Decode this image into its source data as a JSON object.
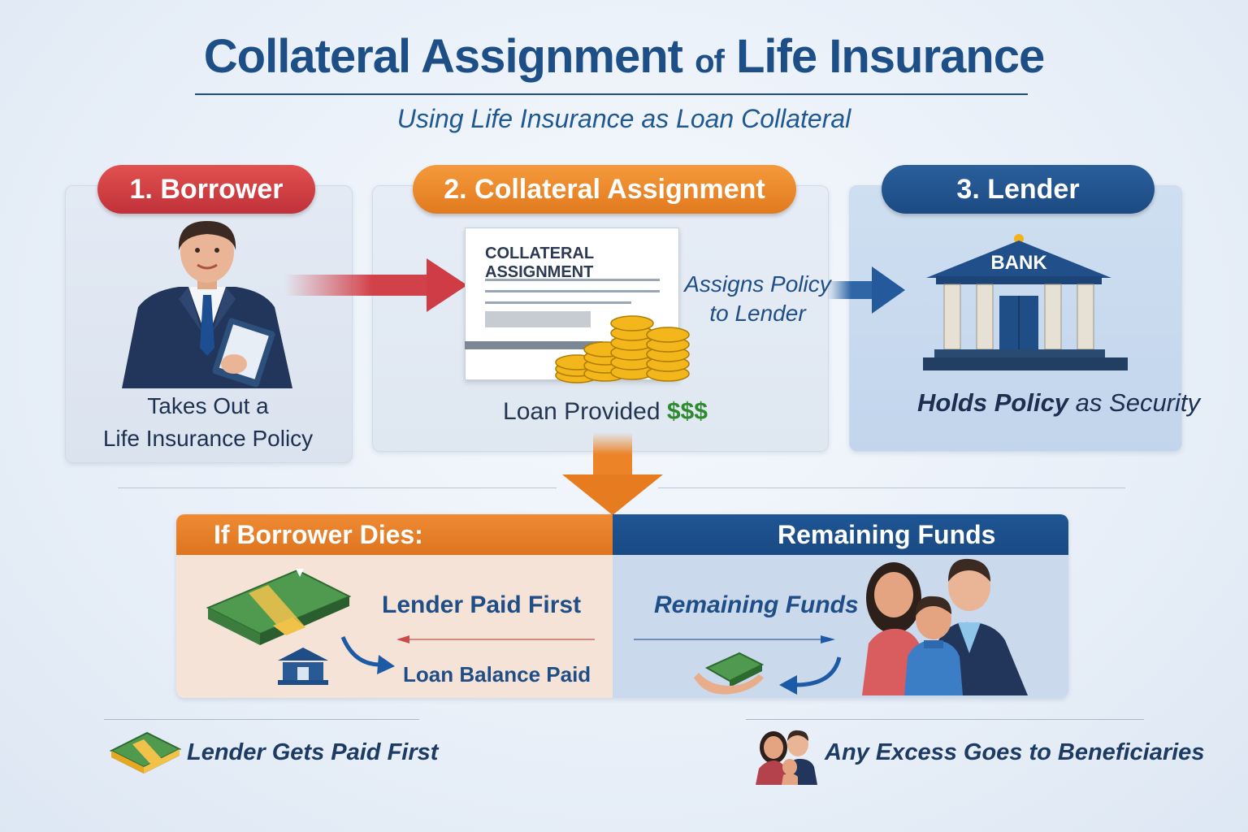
{
  "title": {
    "main": "Collateral Assignment",
    "connector": "of",
    "end": "Life Insurance"
  },
  "subtitle": "Using Life Insurance as Loan Collateral",
  "steps": [
    {
      "label": "1. Borrower",
      "caption_line1": "Takes Out a",
      "caption_line2": "Life Insurance Policy"
    },
    {
      "label": "2. Collateral Assignment",
      "document_title": "COLLATERAL ASSIGNMENT",
      "loan_text": "Loan Provided",
      "money": "$$$"
    },
    {
      "label": "3. Lender",
      "bank_sign": "BANK",
      "caption_strong": "Holds Policy",
      "caption_rest": "as Security"
    }
  ],
  "assign_note": {
    "line1": "Assigns Policy",
    "line2": "to Lender"
  },
  "bottom": {
    "left_header": "If Borrower Dies:",
    "right_header": "Remaining Funds",
    "lender_paid_first": "Lender Paid First",
    "loan_balance_paid": "Loan Balance Paid",
    "remaining_funds": "Remaining Funds"
  },
  "footer": {
    "left": "Lender Gets Paid First",
    "right": "Any Excess Goes to Beneficiaries"
  },
  "colors": {
    "red": "#c0313a",
    "orange": "#e27a1e",
    "blue": "#1c4a82",
    "green": "#2f8a2f"
  },
  "icons": [
    "businessman-clipboard-icon",
    "document-icon",
    "gold-coins-icon",
    "bank-icon",
    "cash-stack-icon",
    "family-icon",
    "hand-money-icon"
  ]
}
